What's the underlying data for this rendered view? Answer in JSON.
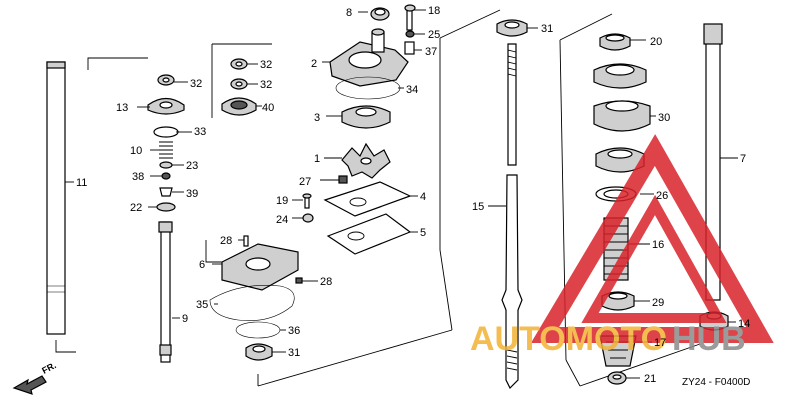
{
  "diagram": {
    "drawing_code": "ZY24 - F0400D",
    "direction_label": "FR.",
    "callouts": {
      "p1": "1",
      "p2": "2",
      "p3": "3",
      "p4": "4",
      "p5": "5",
      "p6": "6",
      "p7": "7",
      "p8": "8",
      "p9": "9",
      "p10": "10",
      "p11": "11",
      "p13": "13",
      "p14": "14",
      "p15": "15",
      "p16": "16",
      "p17": "17",
      "p18": "18",
      "p19": "19",
      "p20": "20",
      "p21": "21",
      "p22": "22",
      "p23": "23",
      "p24": "24",
      "p25": "25",
      "p26": "26",
      "p27": "27",
      "p28a": "28",
      "p28b": "28",
      "p29": "29",
      "p30": "30",
      "p31a": "31",
      "p31b": "31",
      "p32a": "32",
      "p32b": "32",
      "p32c": "32",
      "p33": "33",
      "p34": "34",
      "p35": "35",
      "p36": "36",
      "p37": "37",
      "p38": "38",
      "p39": "39",
      "p40": "40"
    }
  },
  "watermark": {
    "word_a": "AUTOMOTO",
    "word_b": "HUB",
    "color_a": "#f2b233",
    "color_b": "#8a8a8a",
    "triangle_color": "#d9232a"
  }
}
